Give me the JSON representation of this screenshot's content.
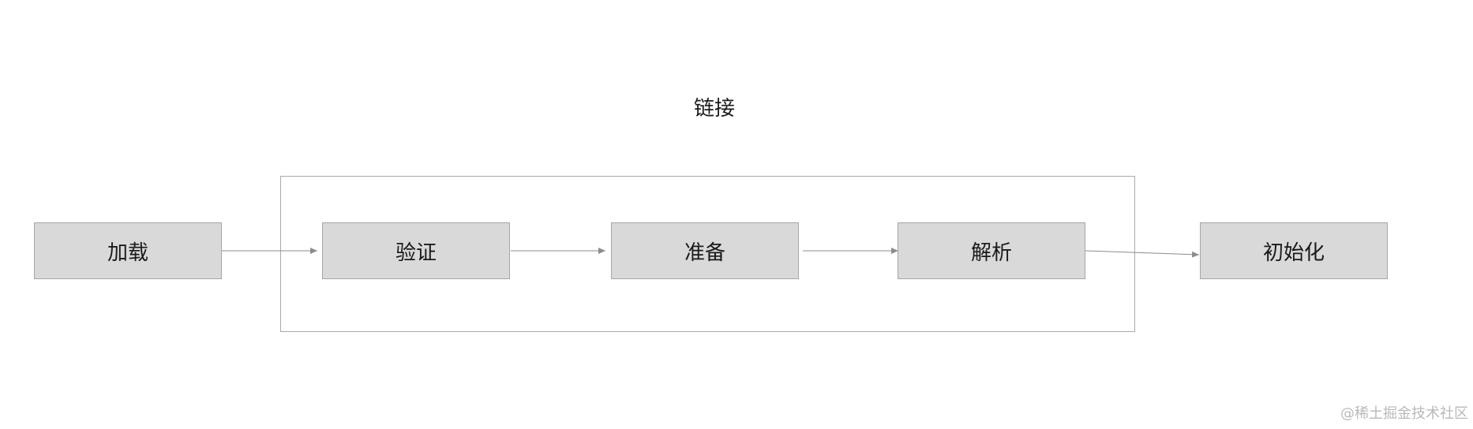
{
  "diagram": {
    "group": {
      "title": "链接"
    },
    "nodes": {
      "load": "加载",
      "verify": "验证",
      "prepare": "准备",
      "resolve": "解析",
      "init": "初始化"
    },
    "colors": {
      "node_fill": "#d9d9d9",
      "node_border": "#a6a6a6",
      "frame_border": "#a9a9a9",
      "arrow": "#8c8c8c"
    }
  },
  "watermark": {
    "text": "@稀土掘金技术社区"
  }
}
